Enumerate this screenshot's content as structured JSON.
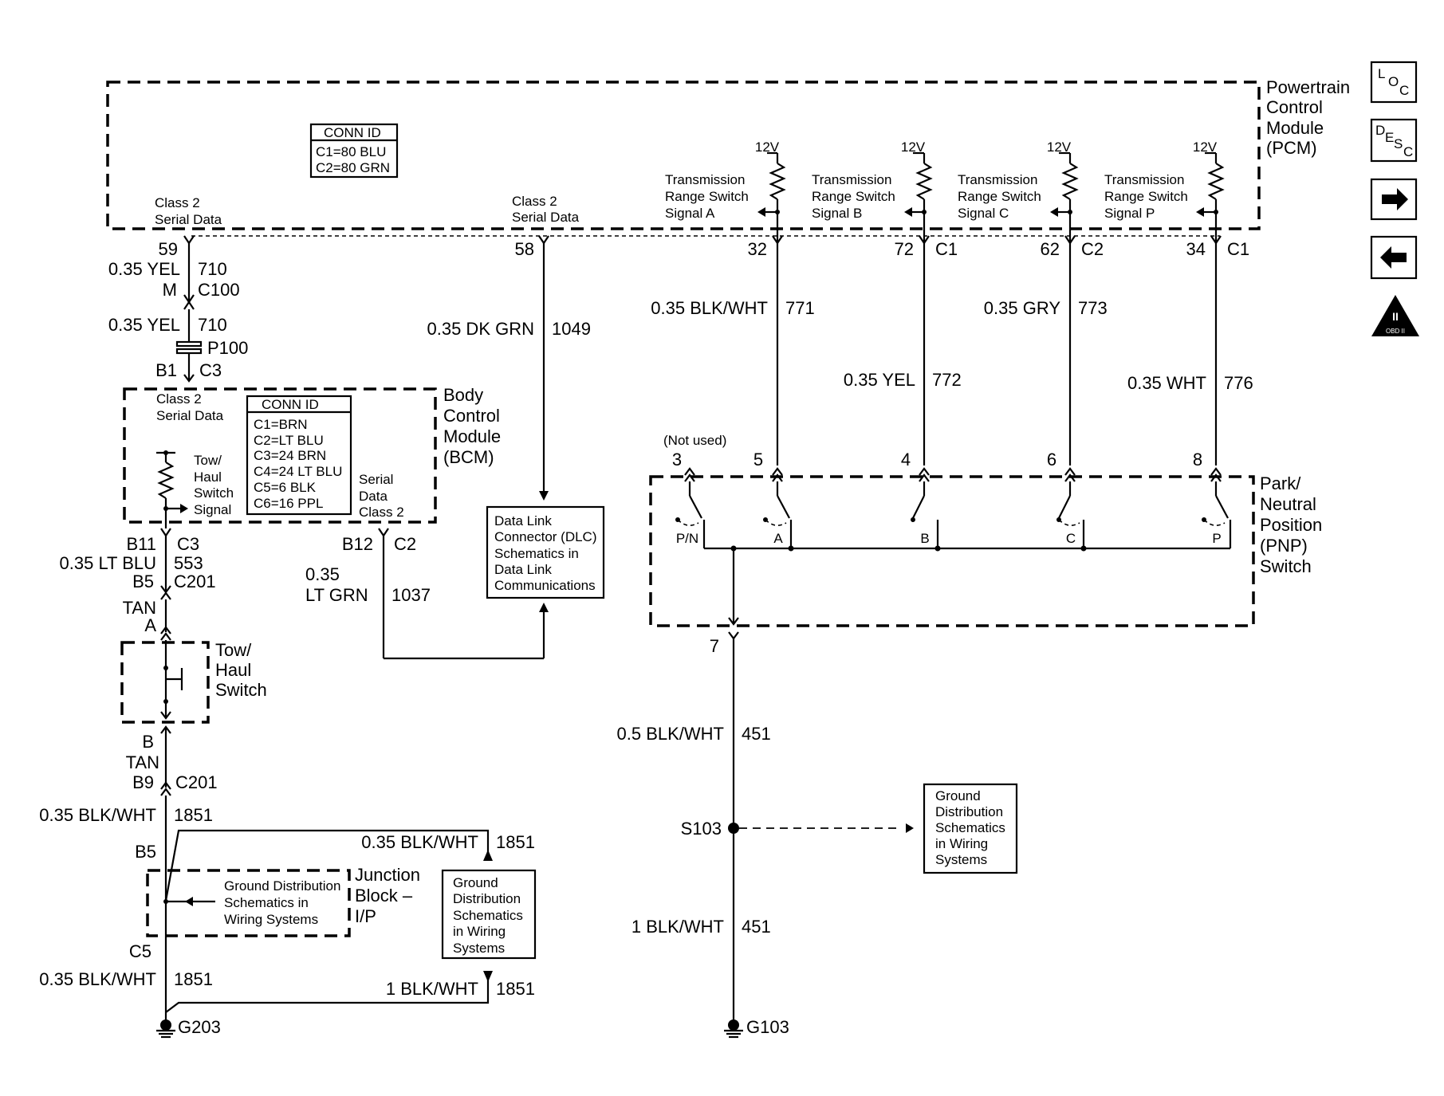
{
  "pcm": {
    "name_lines": [
      "Powertrain",
      "Control",
      "Module",
      "(PCM)"
    ]
  },
  "pcm_conn": {
    "title": "CONN ID",
    "rows": [
      "C1=80 BLU",
      "C2=80 GRN"
    ]
  },
  "pcm_class2_a": [
    "Class 2",
    "Serial Data"
  ],
  "pcm_class2_b": [
    "Class 2",
    "Serial Data"
  ],
  "v12": "12V",
  "trs": [
    {
      "lines": [
        "Transmission",
        "Range Switch",
        "Signal A"
      ],
      "pin": "32",
      "conn": "",
      "wire": "0.35 BLK/WHT",
      "circuit": "771",
      "pnp_pin": "5",
      "contact": "A"
    },
    {
      "lines": [
        "Transmission",
        "Range Switch",
        "Signal B"
      ],
      "pin": "72",
      "conn": "C1",
      "wire": "0.35 YEL",
      "circuit": "772",
      "pnp_pin": "4",
      "contact": "B"
    },
    {
      "lines": [
        "Transmission",
        "Range Switch",
        "Signal C"
      ],
      "pin": "62",
      "conn": "C2",
      "wire": "0.35 GRY",
      "circuit": "773",
      "pnp_pin": "6",
      "contact": "C"
    },
    {
      "lines": [
        "Transmission",
        "Range Switch",
        "Signal P"
      ],
      "pin": "34",
      "conn": "C1",
      "wire": "0.35 WHT",
      "circuit": "776",
      "pnp_pin": "8",
      "contact": "P"
    }
  ],
  "left": {
    "pin59": "59",
    "w1_color": "0.35 YEL",
    "w1_num": "710",
    "m": "M",
    "c100": "C100",
    "w2_color": "0.35 YEL",
    "w2_num": "710",
    "p100": "P100",
    "b1": "B1",
    "c3": "C3"
  },
  "mid": {
    "pin58": "58",
    "wire_color": "0.35 DK GRN",
    "wire_num": "1049"
  },
  "bcm": {
    "name_lines": [
      "Body",
      "Control",
      "Module",
      "(BCM)"
    ],
    "class2": [
      "Class 2",
      "Serial Data"
    ],
    "conn_title": "CONN ID",
    "conn_rows": [
      "C1=BRN",
      "C2=LT BLU",
      "C3=24 BRN",
      "C4=24 LT BLU",
      "C5=6 BLK",
      "C6=16 PPL"
    ],
    "tow": [
      "Tow/",
      "Haul",
      "Switch",
      "Signal"
    ],
    "serial": [
      "Serial",
      "Data",
      "Class 2"
    ],
    "b11": "B11",
    "c3": "C3",
    "b12": "B12",
    "c2": "C2"
  },
  "dlc": {
    "lines": [
      "Data Link",
      "Connector (DLC)",
      "Schematics in",
      "Data Link",
      "Communications"
    ]
  },
  "lower_left": {
    "w553_color": "0.35 LT BLU",
    "w553_num": "553",
    "b5": "B5",
    "c201": "C201",
    "tan": "TAN",
    "a": "A",
    "switch": [
      "Tow/",
      "Haul",
      "Switch"
    ],
    "b": "B",
    "tan2": "TAN",
    "b9": "B9",
    "c201b": "C201",
    "w1851a_color": "0.35 BLK/WHT",
    "w1851a_num": "1851",
    "b5b": "B5",
    "w1851b_color": "0.35 BLK/WHT",
    "w1851b_num": "1851",
    "jb": [
      "Junction",
      "Block –",
      "I/P"
    ],
    "gnd_dist": [
      "Ground Distribution",
      "Schematics in",
      "Wiring Systems"
    ],
    "gnd_box": [
      "Ground",
      "Distribution",
      "Schematics",
      "in Wiring",
      "Systems"
    ],
    "c5": "C5",
    "w1851c_color": "0.35 BLK/WHT",
    "w1851c_num": "1851",
    "w1851d_color": "1 BLK/WHT",
    "w1851d_num": "1851",
    "g203": "G203"
  },
  "lt_grn": {
    "l1": "0.35",
    "l2": "LT GRN",
    "num": "1037"
  },
  "pnp": {
    "name_lines": [
      "Park/",
      "Neutral",
      "Position",
      "(PNP)",
      "Switch"
    ],
    "not_used": "(Not used)",
    "pin3": "3",
    "pn": "P/N",
    "pin7": "7"
  },
  "ground_right": {
    "w1_color": "0.5 BLK/WHT",
    "w1_num": "451",
    "s103": "S103",
    "box": [
      "Ground",
      "Distribution",
      "Schematics",
      "in Wiring",
      "Systems"
    ],
    "w2_color": "1 BLK/WHT",
    "w2_num": "451",
    "g103": "G103"
  },
  "nav": {
    "loc": [
      "L",
      "O",
      "C"
    ],
    "desc": [
      "D",
      "E",
      "S",
      "C"
    ],
    "obd": "OBD II",
    "obd_roman": "II"
  }
}
